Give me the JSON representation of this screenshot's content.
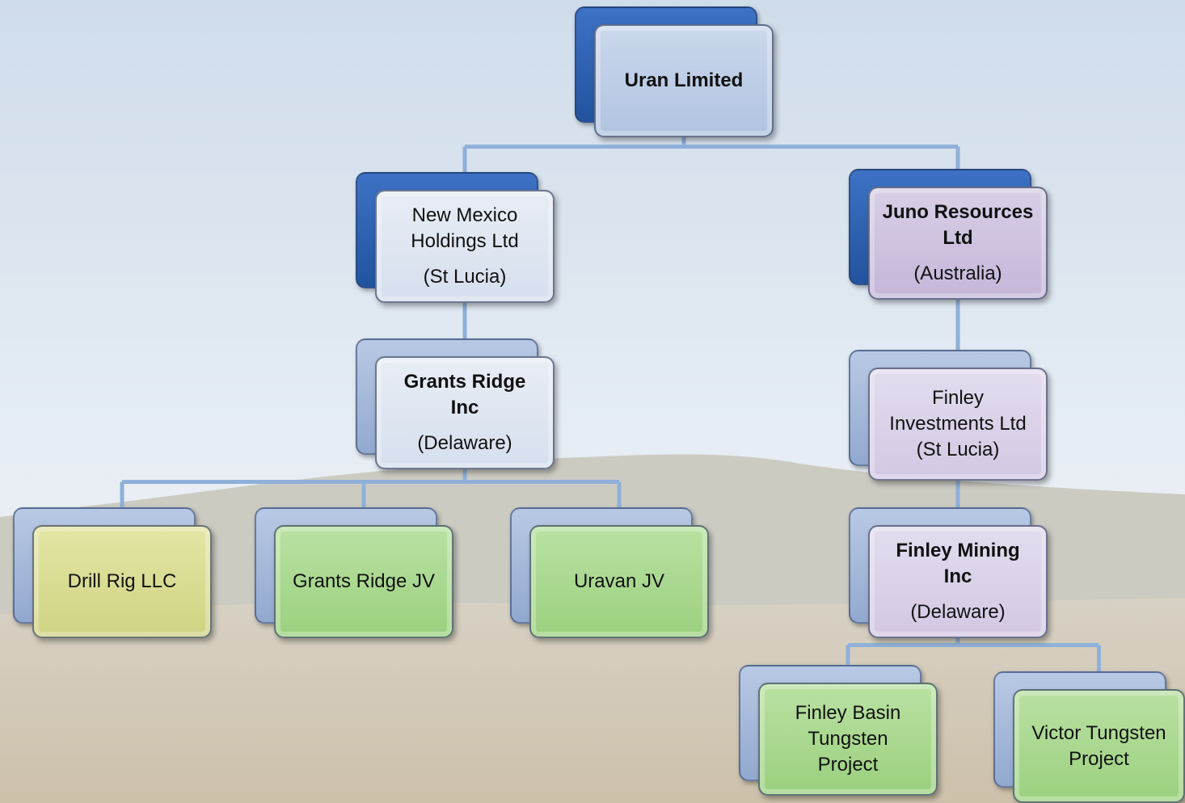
{
  "nodes": [
    {
      "id": "uran",
      "name": "Uran Limited",
      "jurisdiction": "",
      "bold": true
    },
    {
      "id": "nmh",
      "name": "New Mexico Holdings Ltd",
      "jurisdiction": "(St Lucia)",
      "bold": false
    },
    {
      "id": "juno",
      "name": "Juno Resources Ltd",
      "jurisdiction": "(Australia)",
      "bold": true
    },
    {
      "id": "grinc",
      "name": "Grants Ridge Inc",
      "jurisdiction": "(Delaware)",
      "bold": true
    },
    {
      "id": "finv",
      "name": "Finley Investments Ltd",
      "jurisdiction": "(St Lucia)",
      "bold": false
    },
    {
      "id": "drill",
      "name": "Drill Rig LLC",
      "jurisdiction": "",
      "bold": false
    },
    {
      "id": "grjv",
      "name": "Grants Ridge JV",
      "jurisdiction": "",
      "bold": false
    },
    {
      "id": "uravan",
      "name": "Uravan JV",
      "jurisdiction": "",
      "bold": false
    },
    {
      "id": "fmi",
      "name": "Finley Mining Inc",
      "jurisdiction": "(Delaware)",
      "bold": true
    },
    {
      "id": "fbtp",
      "name": "Finley Basin Tungsten Project",
      "jurisdiction": "",
      "bold": false
    },
    {
      "id": "vtp",
      "name": "Victor Tungsten Project",
      "jurisdiction": "",
      "bold": false
    }
  ],
  "edges": [
    [
      "uran",
      "nmh"
    ],
    [
      "uran",
      "juno"
    ],
    [
      "nmh",
      "grinc"
    ],
    [
      "grinc",
      "drill"
    ],
    [
      "grinc",
      "grjv"
    ],
    [
      "grinc",
      "uravan"
    ],
    [
      "juno",
      "finv"
    ],
    [
      "finv",
      "fmi"
    ],
    [
      "fmi",
      "fbtp"
    ],
    [
      "fmi",
      "vtp"
    ]
  ],
  "colors": {
    "connector": "#8fb0d8",
    "blue": "#b0c3e0",
    "pale": "#d6dfee",
    "purple": "#c4b6da",
    "lilac": "#d3c8e3",
    "yellow": "#cfd383",
    "green": "#9bd07f",
    "back_dark": "#2a5ca8",
    "back_light": "#a5b8da"
  }
}
